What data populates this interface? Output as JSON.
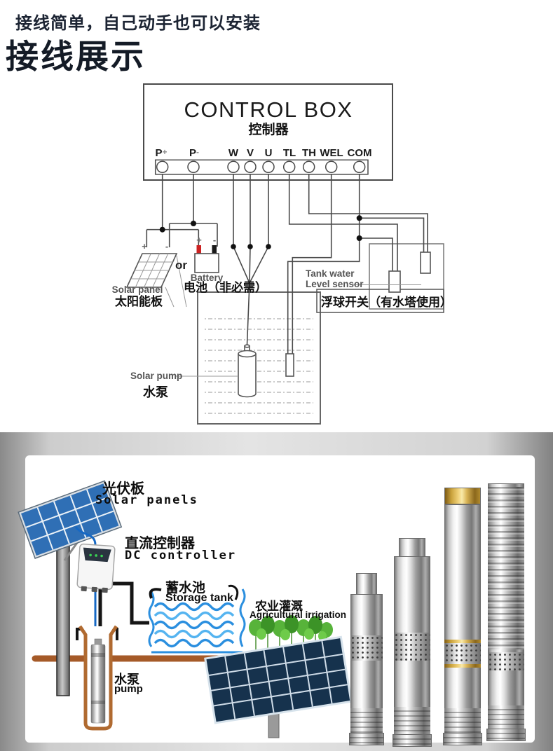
{
  "header": {
    "tagline": "接线简单，自己动手也可以安装",
    "title": "接线展示"
  },
  "wiring": {
    "control_box": {
      "title": "CONTROL BOX",
      "subtitle": "控制器",
      "terminals": [
        {
          "name": "P",
          "sign": "+"
        },
        {
          "name": "P",
          "sign": "-"
        },
        {
          "name": "W",
          "sign": ""
        },
        {
          "name": "V",
          "sign": ""
        },
        {
          "name": "U",
          "sign": ""
        },
        {
          "name": "TL",
          "sign": ""
        },
        {
          "name": "TH",
          "sign": ""
        },
        {
          "name": "WEL",
          "sign": ""
        },
        {
          "name": "COM",
          "sign": ""
        }
      ]
    },
    "labels": {
      "or": "or",
      "plus": "+",
      "minus": "-",
      "battery_en": "Battery",
      "battery_zh": "电池（非必需）",
      "solar_panel_en": "Solar panel",
      "solar_panel_zh": "太阳能板",
      "tank_sensor_line1": "Tank water",
      "tank_sensor_line2": "Level sensor",
      "float_switch_zh": "浮球开关（有水塔使用）",
      "solar_pump_en": "Solar pump",
      "solar_pump_zh": "水泵"
    }
  },
  "illustration": {
    "solar_panels": {
      "zh": "光伏板",
      "en": "Solar panels"
    },
    "dc_controller": {
      "zh": "直流控制器",
      "en": "DC controller"
    },
    "storage_tank": {
      "zh": "蓄水池",
      "en": "Storage tank"
    },
    "irrigation": {
      "zh": "农业灌溉",
      "en": "Agricultural irrigation"
    },
    "pump": {
      "zh": "水泵",
      "en": "pump"
    }
  },
  "colors": {
    "heading_text": "#1c2433",
    "diagram_line": "#4a4a4a",
    "water_blue": "#3aa0e8",
    "panel_blue": "#2f6fb5",
    "deep_panel_blue": "#16324d",
    "ground_brown": "#a55a28",
    "plant_green": "#57b33a",
    "wire_blue": "#1668c4",
    "battery_positive_red": "#cc2222"
  }
}
